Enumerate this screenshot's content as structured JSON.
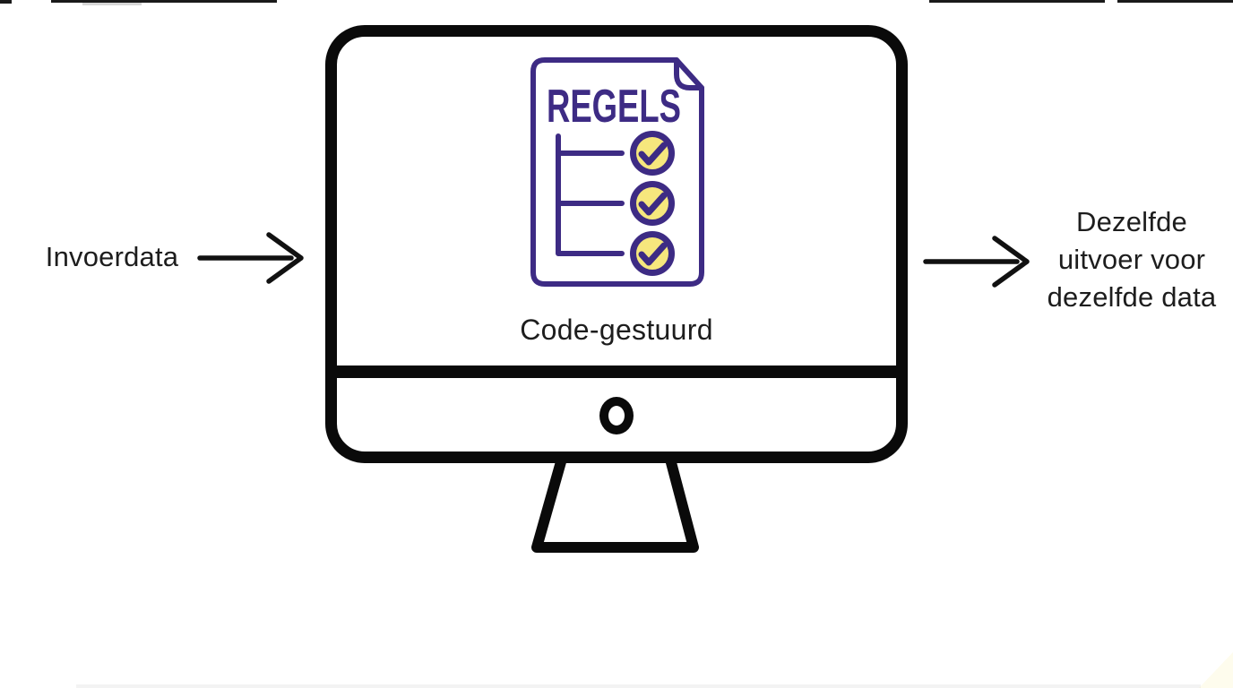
{
  "diagram": {
    "left": {
      "label": "Invoerdata"
    },
    "monitor": {
      "document_title": "REGELS",
      "caption": "Code-gestuurd",
      "checklist_items": 3
    },
    "right": {
      "lines": [
        "Dezelfde",
        "uitvoer voor",
        "dezelfde data"
      ]
    },
    "colors": {
      "outline": "#0a0a0a",
      "purple": "#3d2b84",
      "yellow": "#f6e77d",
      "text": "#1d1d1d"
    }
  }
}
